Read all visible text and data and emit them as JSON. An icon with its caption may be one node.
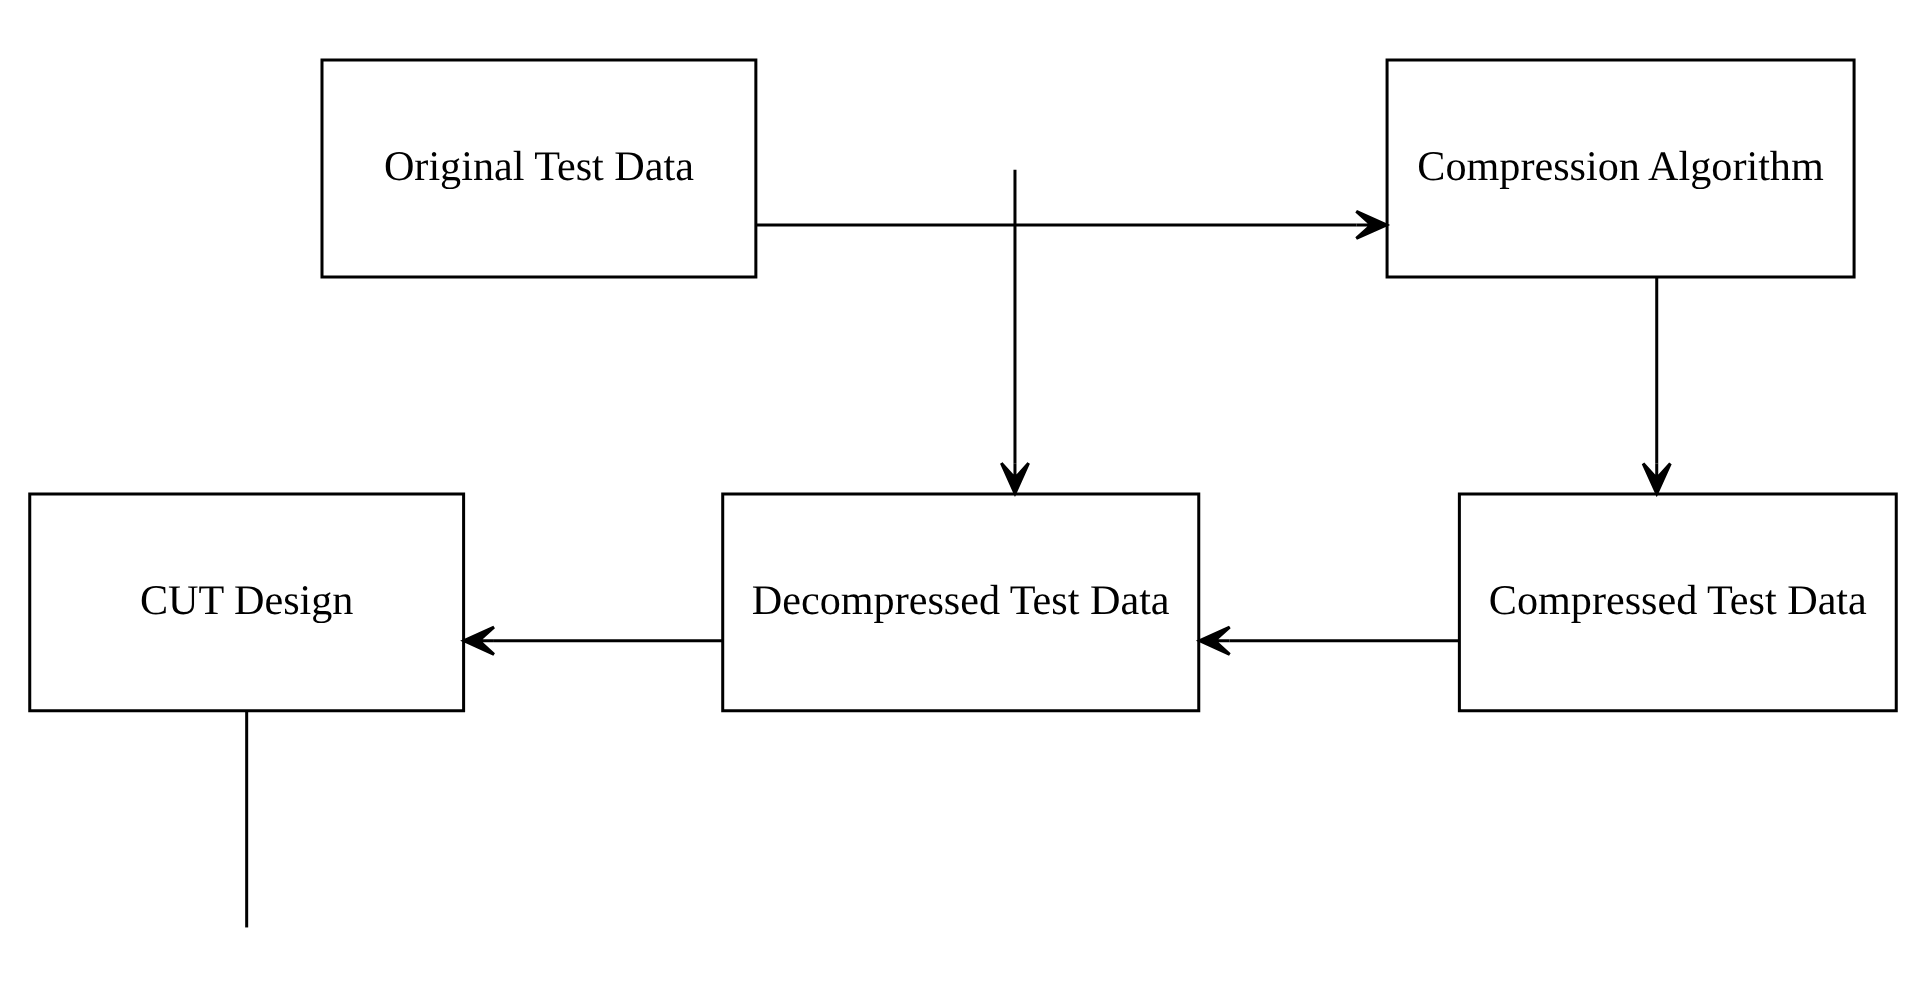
{
  "diagram": {
    "nodes": [
      {
        "text": [
          "Original Test Data"
        ]
      },
      {
        "text": [
          "Compression Algorithm"
        ]
      },
      {
        "text": [
          "CUT Design"
        ]
      },
      {
        "text": [
          "Decompressed Test Data"
        ]
      },
      {
        "text": [
          "Compressed Test Data"
        ]
      }
    ],
    "edges": [
      {
        "from": 0,
        "to": 1,
        "arrow": "to"
      },
      {
        "from": 1,
        "to": 4,
        "arrow": "to"
      },
      {
        "from": 4,
        "to": 3,
        "arrow": "to"
      },
      {
        "from": 3,
        "to": 2,
        "arrow": "to"
      },
      {
        "from": 2,
        "to": null,
        "arrow": "none"
      },
      {
        "from": null,
        "to": 3,
        "arrow": "to"
      }
    ]
  }
}
